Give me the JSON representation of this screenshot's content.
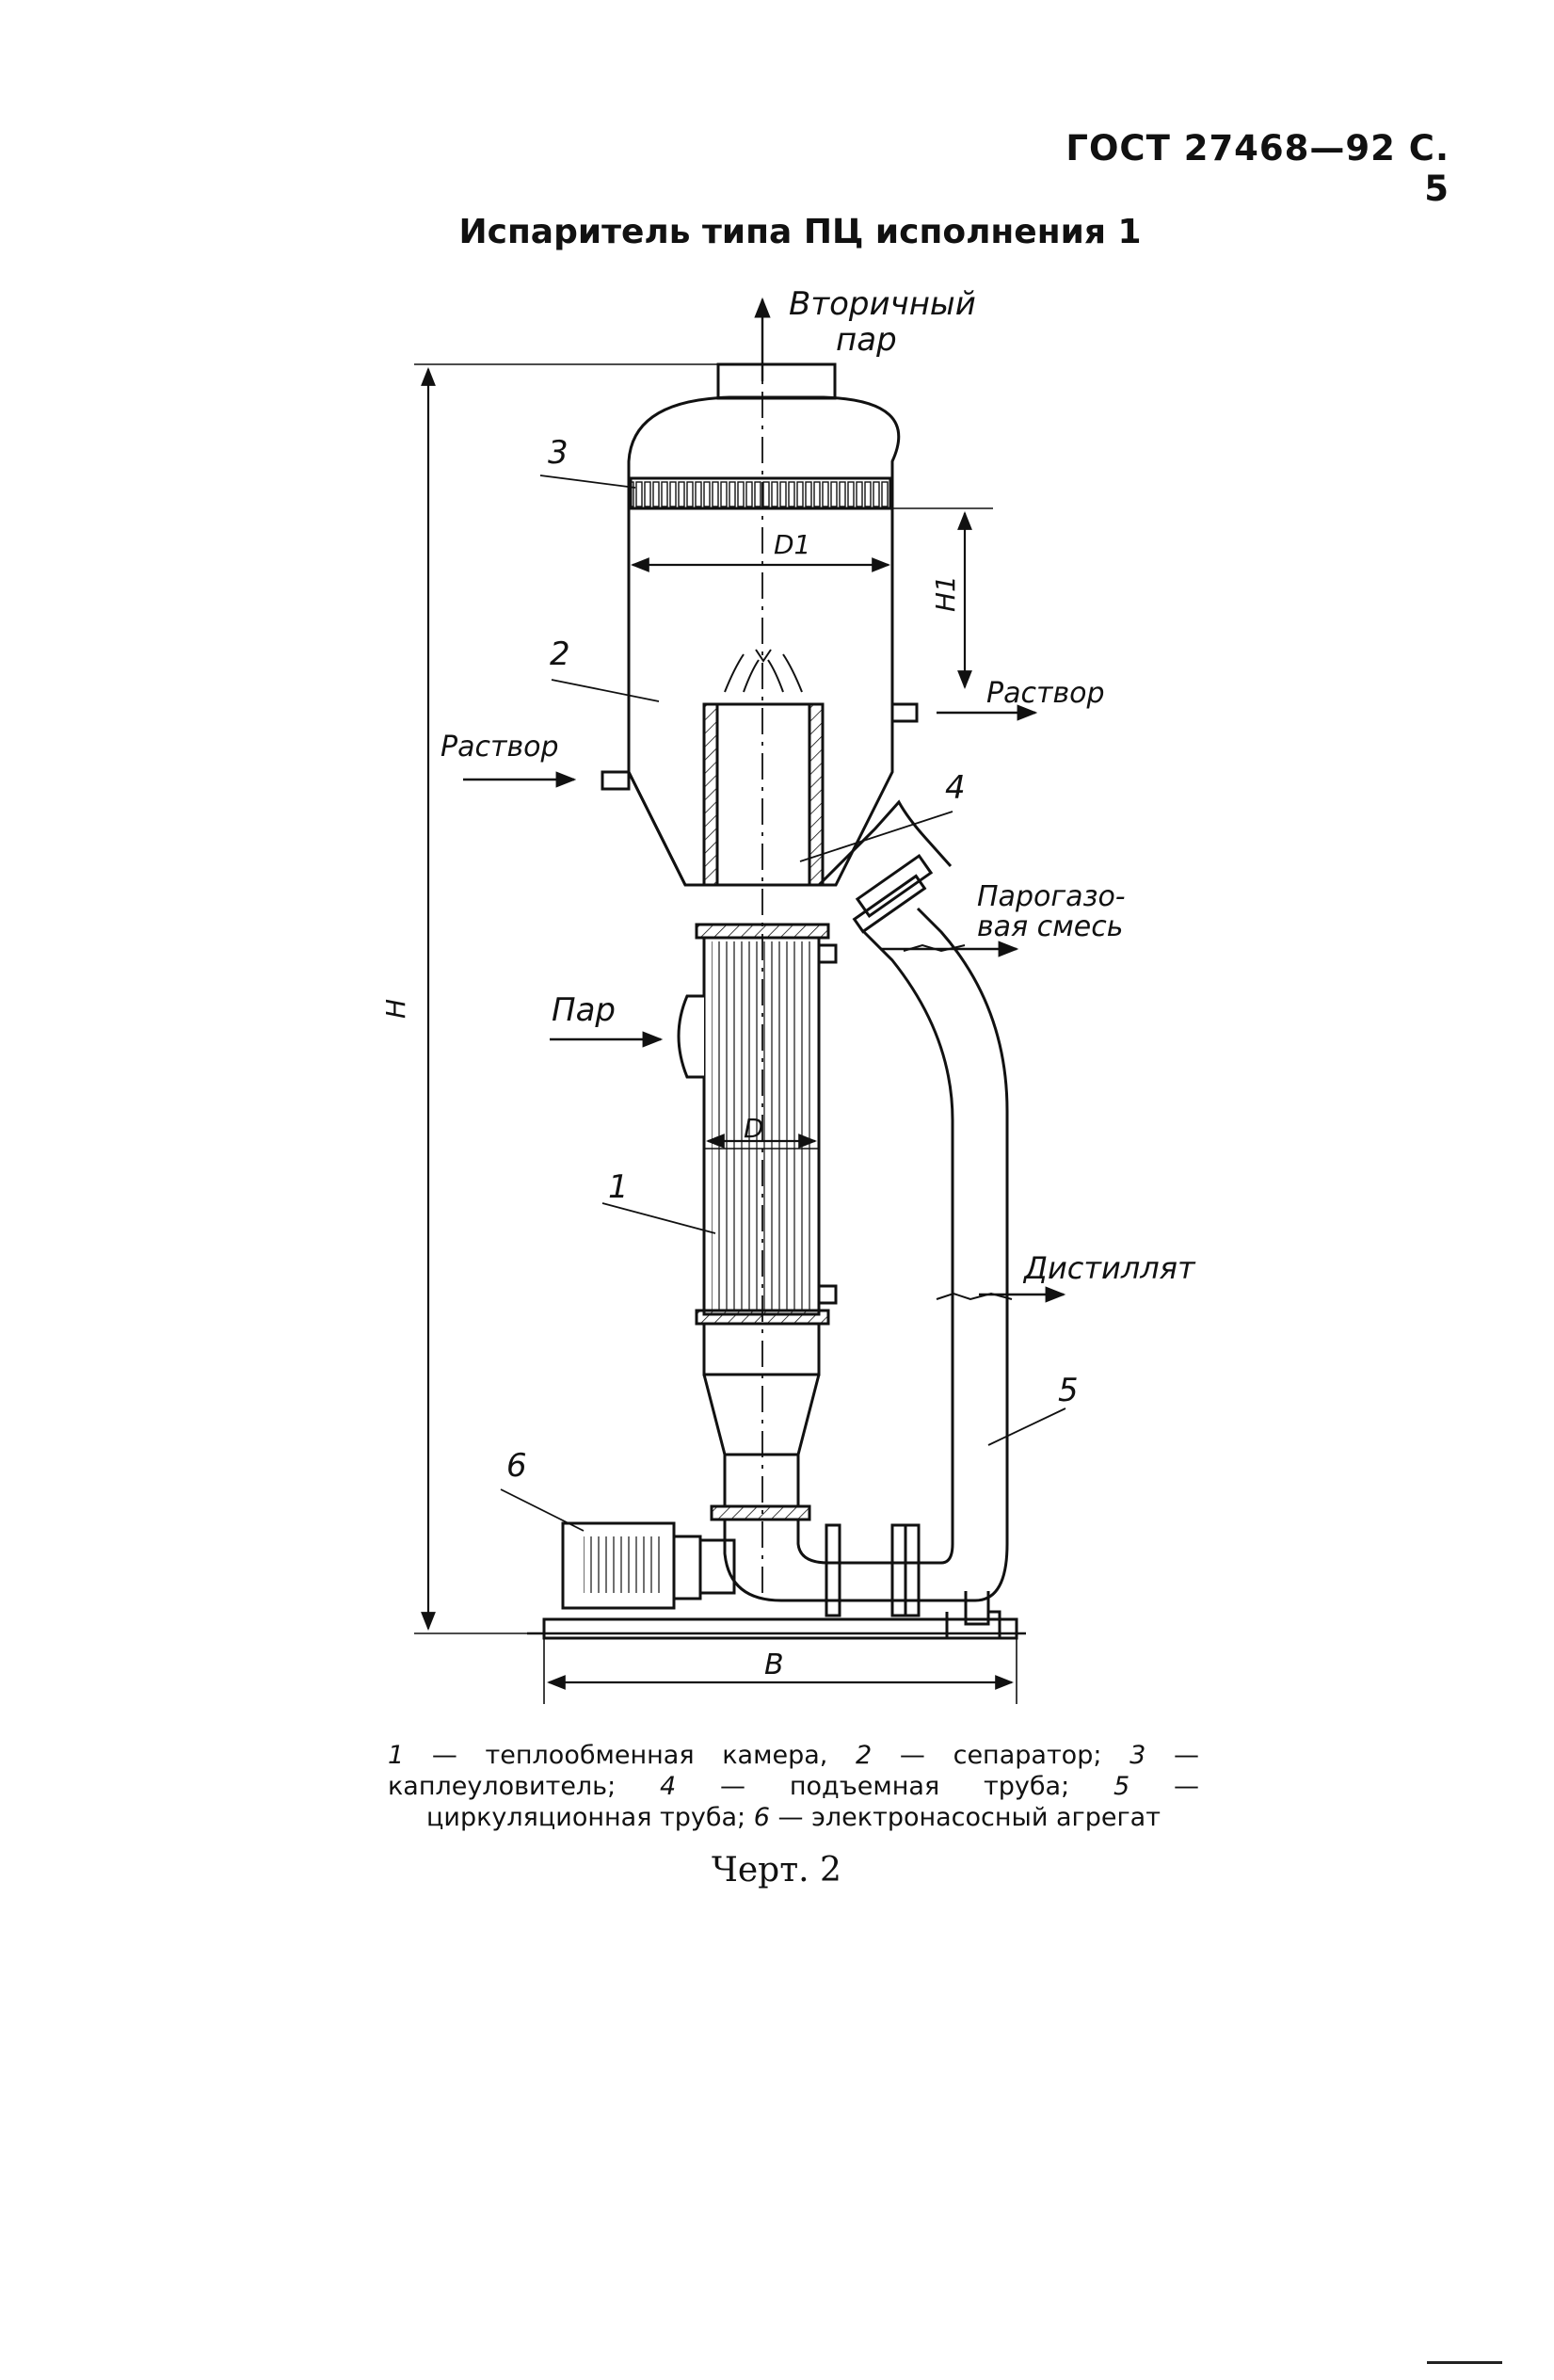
{
  "header": {
    "text": "ГОСТ 27468—92 С. 5"
  },
  "title": "Испаритель типа ПЦ исполнения 1",
  "drawing": {
    "labels": {
      "secondary_steam_line1": "Вторичный",
      "secondary_steam_line2": "пар",
      "solution_in": "Раствор",
      "solution_out": "Раствор",
      "steam": "Пар",
      "vapor_gas_line1": "Парогазо-",
      "vapor_gas_line2": "вая смесь",
      "distillate": "Дистиллят"
    },
    "dimensions": {
      "H": "H",
      "H1": "H1",
      "D1": "D1",
      "D": "D",
      "B": "B"
    },
    "callouts": [
      "1",
      "2",
      "3",
      "4",
      "5",
      "6"
    ]
  },
  "caption": {
    "n1": "1",
    "t1": " — теплообменная камера, ",
    "n2": "2",
    "t2": " — сепаратор; ",
    "n3": "3",
    "t3": " — каплеуловитель; ",
    "n4": "4",
    "t4": " — подъемная труба; ",
    "n5": "5",
    "t5": " — циркуляционная труба; ",
    "n6": "6",
    "t6": " — электронасосный агрегат"
  },
  "figure_label": "Черт. 2"
}
